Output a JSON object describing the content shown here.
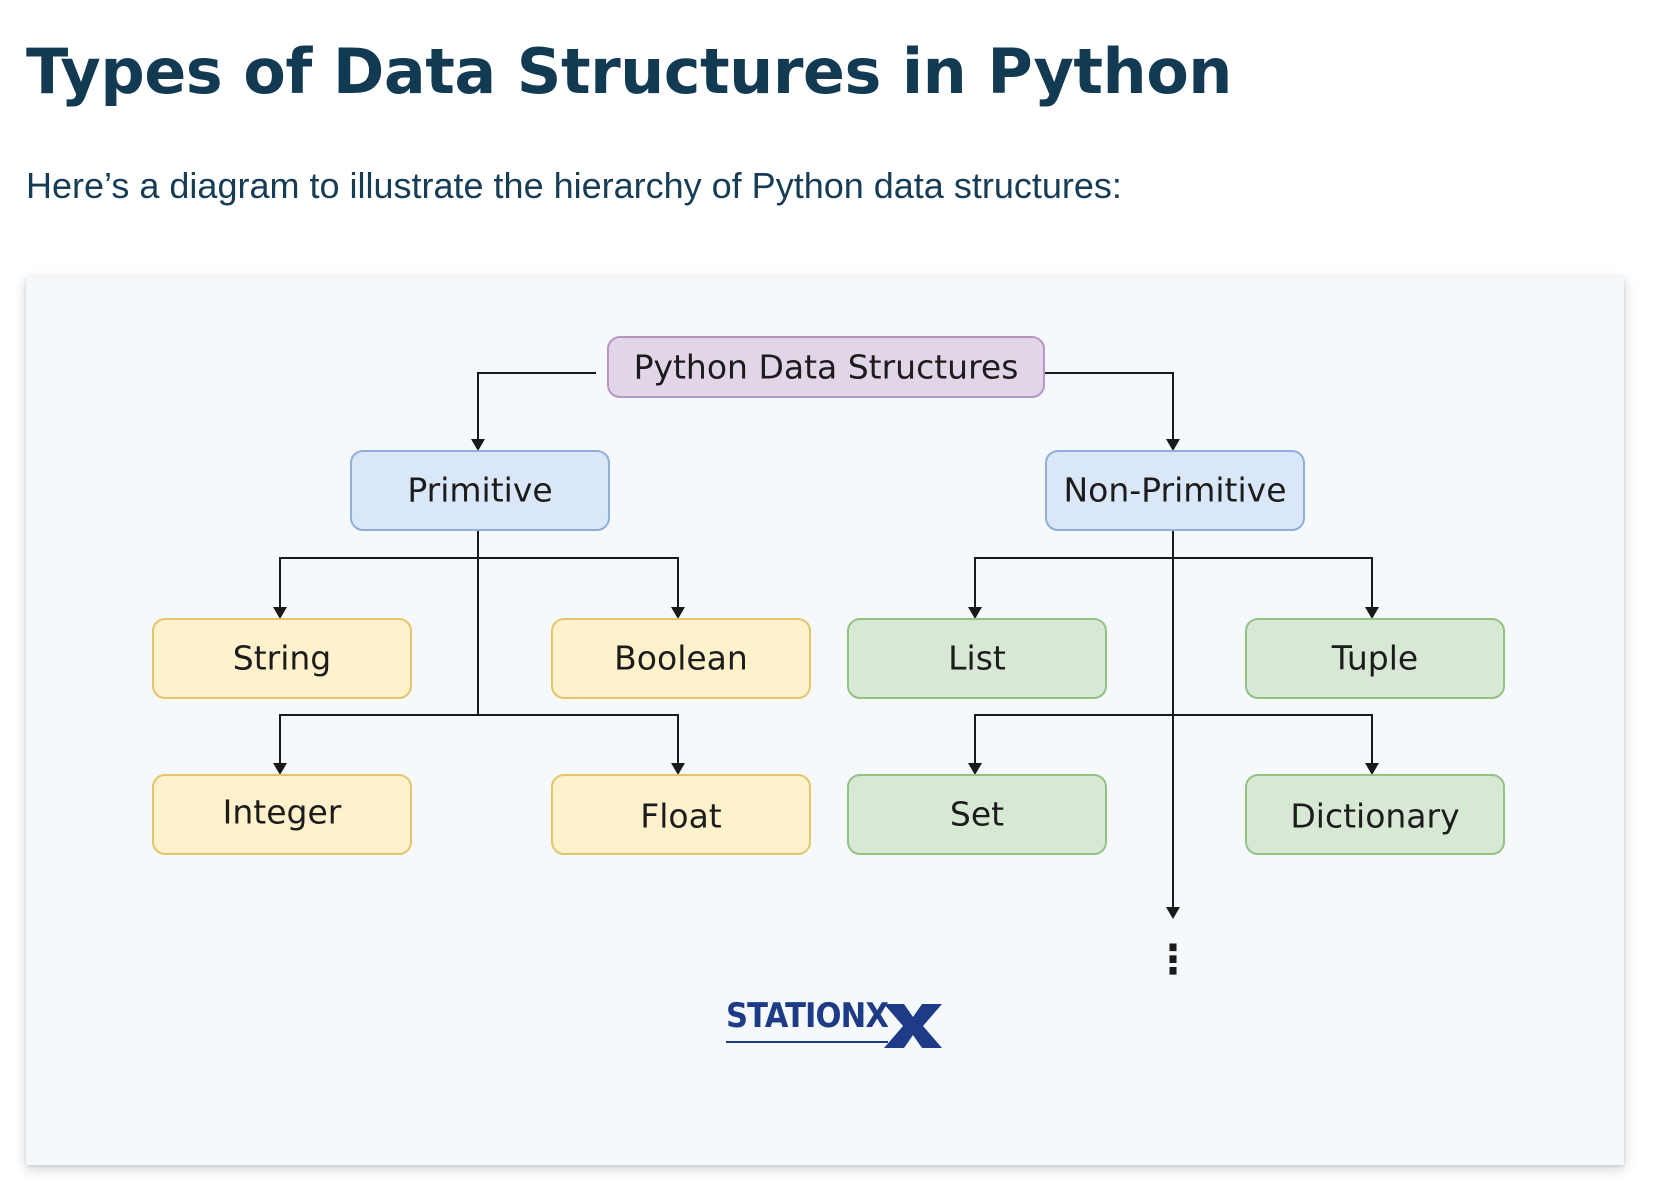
{
  "article": {
    "title": "Types of Data Structures in Python",
    "intro": "Here’s a diagram to illustrate the hierarchy of Python data structures:"
  },
  "diagram": {
    "root": "Python Data Structures",
    "primitive": {
      "label": "Primitive",
      "children": [
        "String",
        "Boolean",
        "Integer",
        "Float"
      ]
    },
    "non_primitive": {
      "label": "Non-Primitive",
      "children": [
        "List",
        "Tuple",
        "Set",
        "Dictionary"
      ]
    },
    "continuation": "⋮",
    "logo_text": "STATIONX",
    "colors": {
      "root_fill": "#e2d5e8",
      "root_stroke": "#b596c4",
      "category_fill": "#dae7f8",
      "category_stroke": "#8fb0d9",
      "primitive_fill": "#fff1cc",
      "primitive_stroke": "#e4c56c",
      "non_primitive_fill": "#d7e8d4",
      "non_primitive_stroke": "#93c283",
      "logo": "#1d3b86"
    }
  }
}
